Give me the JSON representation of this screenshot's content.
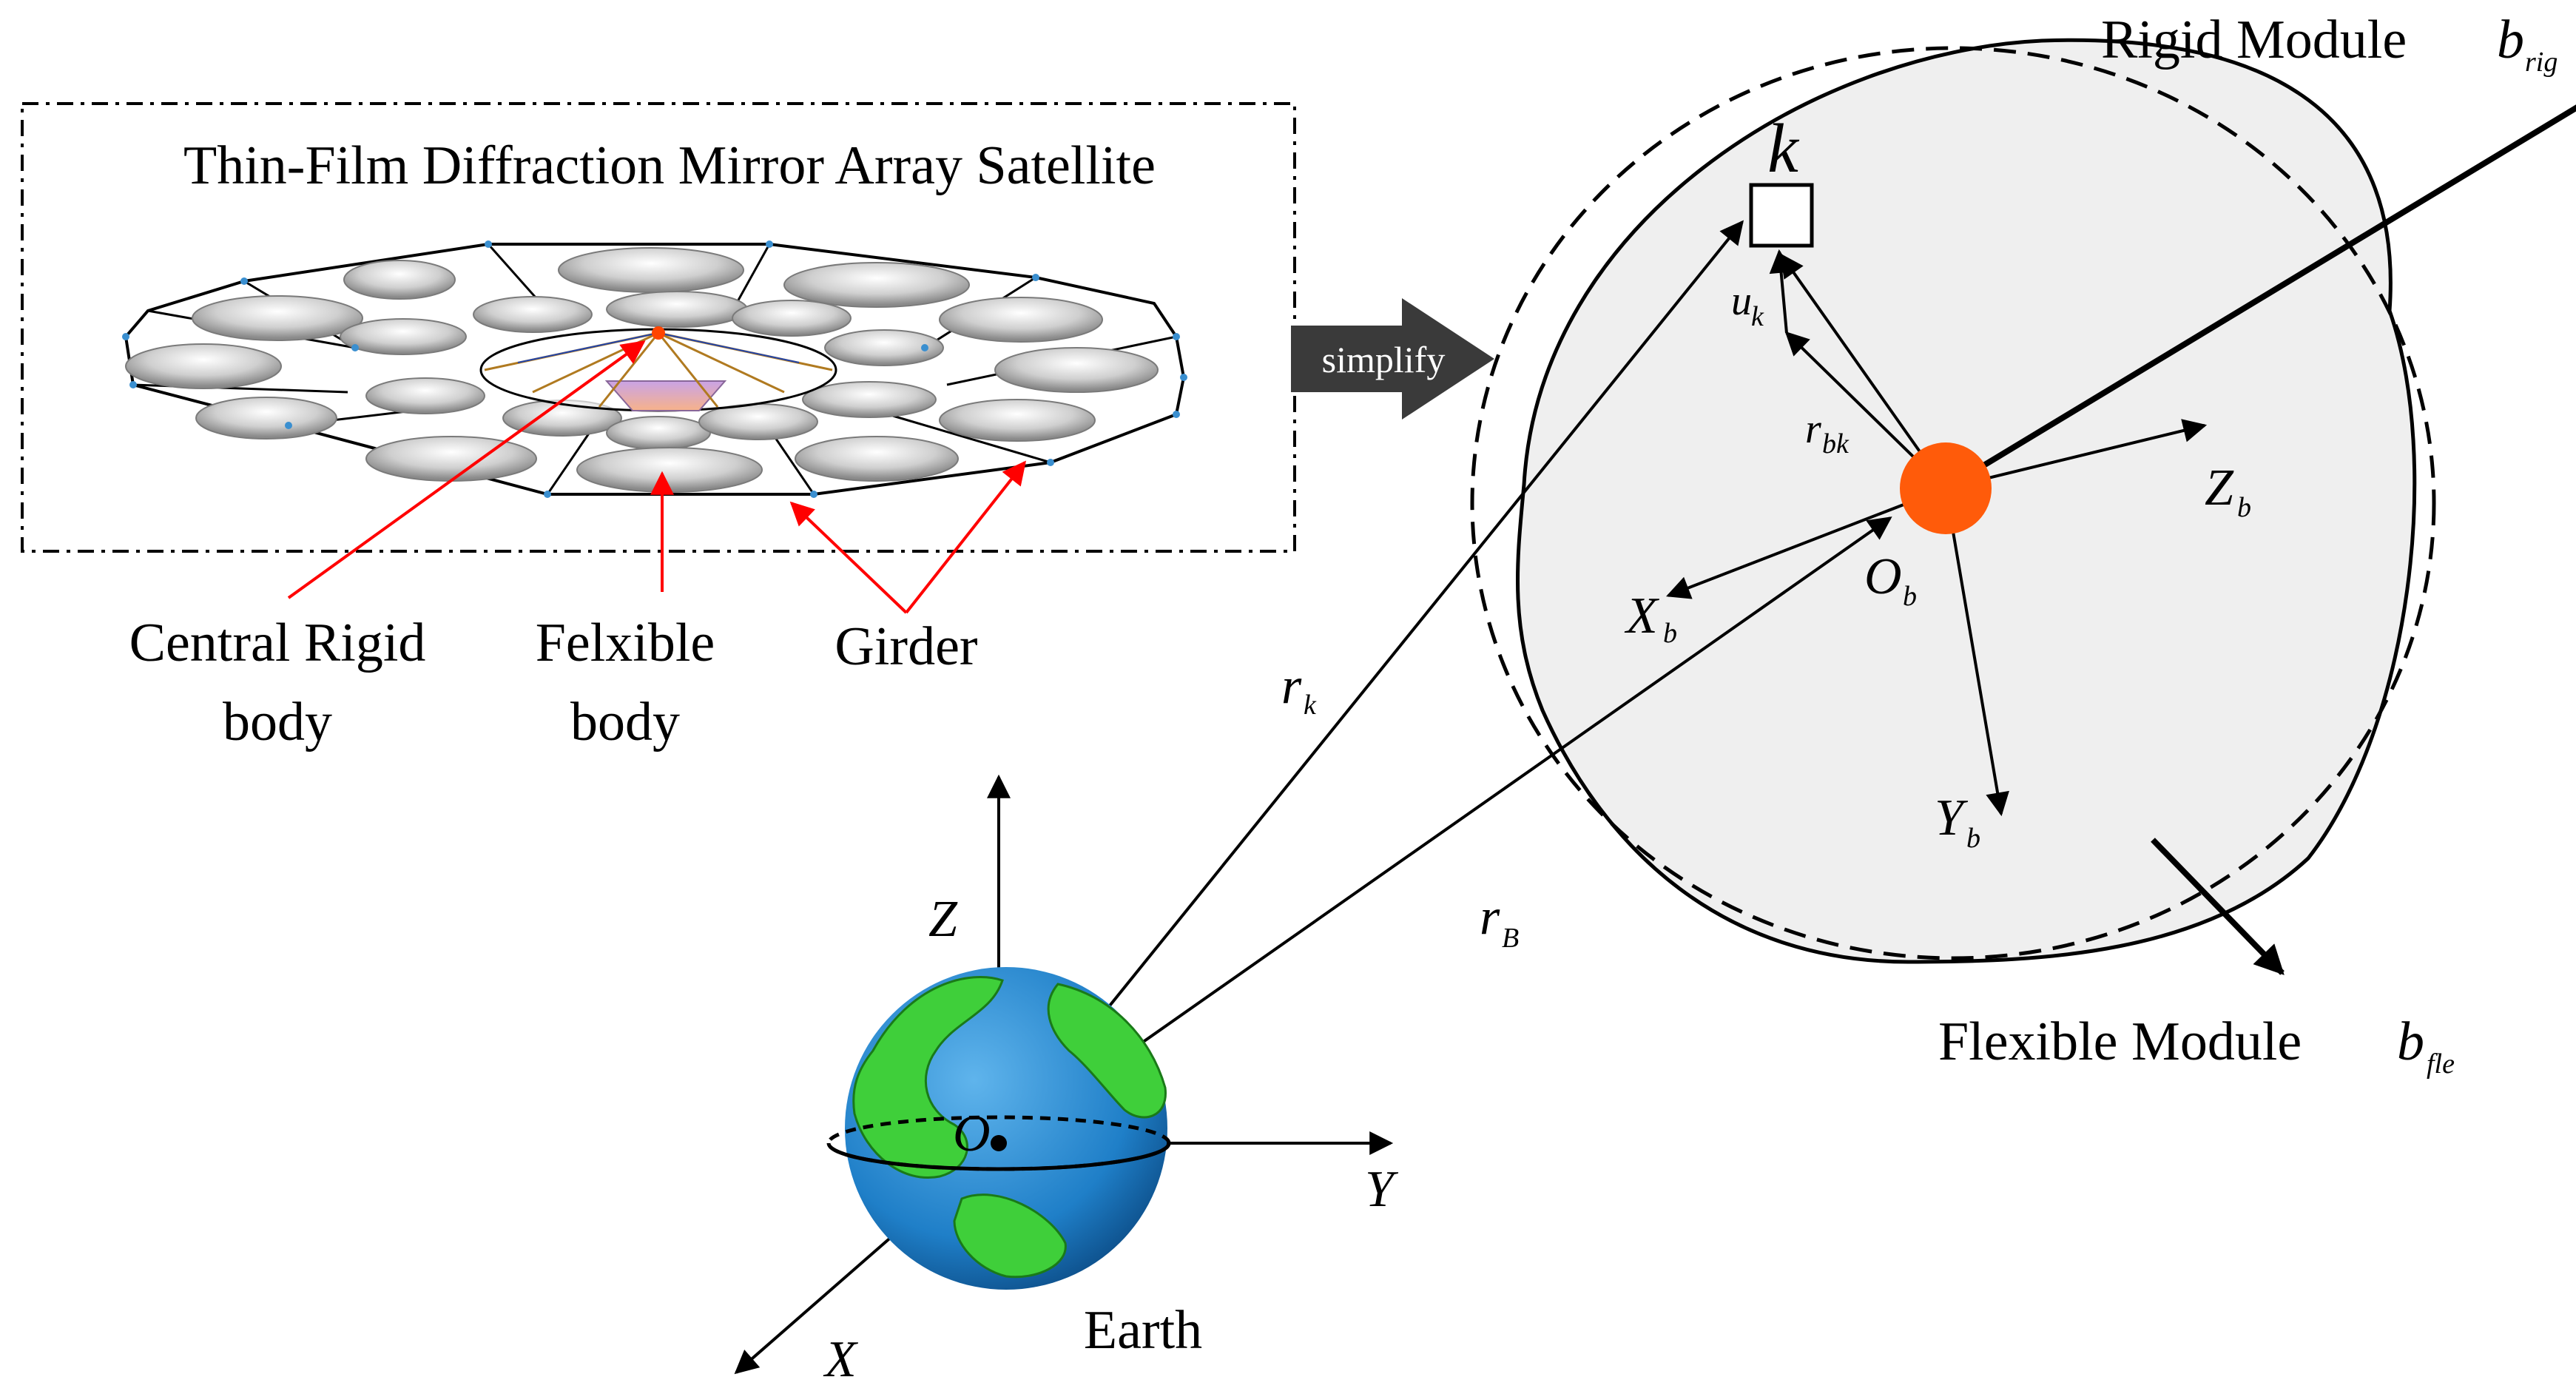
{
  "satellite_box": {
    "title": "Thin-Film Diffraction Mirror Array Satellite",
    "callouts": {
      "central_rigid": [
        "Central Rigid",
        "body"
      ],
      "flexible": [
        "Felxible",
        "body"
      ],
      "girder": "Girder"
    }
  },
  "arrow_label": "simplify",
  "module": {
    "rigid_label": "Rigid Module",
    "rigid_symbol": "b",
    "rigid_symbol_sub": "rig",
    "flexible_label": "Flexible Module",
    "flexible_symbol": "b",
    "flexible_symbol_sub": "fle",
    "point_label": "k",
    "u_k": {
      "main": "u",
      "sub": "k"
    },
    "r_bk": {
      "main": "r",
      "sub": "bk"
    },
    "origin": {
      "main": "O",
      "sub": "b"
    },
    "axes": {
      "x": {
        "main": "X",
        "sub": "b"
      },
      "y": {
        "main": "Y",
        "sub": "b"
      },
      "z": {
        "main": "Z",
        "sub": "b"
      }
    }
  },
  "vectors": {
    "r_k": {
      "main": "r",
      "sub": "k"
    },
    "r_B": {
      "main": "r",
      "sub": "B"
    }
  },
  "earth": {
    "label": "Earth",
    "origin": "O",
    "axes": {
      "x": "X",
      "y": "Y",
      "z": "Z"
    }
  },
  "colors": {
    "arrow_red": "#ff0000",
    "module_fill": "#efefef",
    "center_dot": "#ff5b0a",
    "simplify_arrow": "#3a3a3a",
    "ocean": "#1f7fc8",
    "land": "#3fcf3a"
  }
}
